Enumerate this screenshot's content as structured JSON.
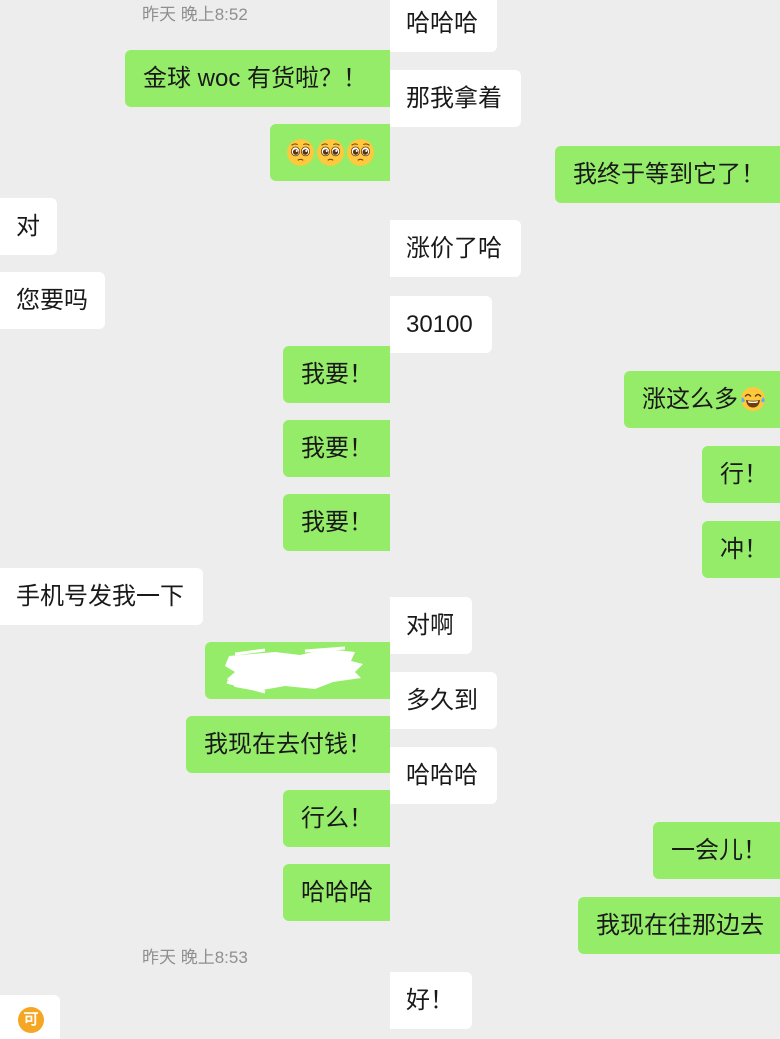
{
  "colors": {
    "background": "#ededed",
    "sent_bubble": "#95ec69",
    "received_bubble": "#ffffff",
    "text": "#191919",
    "timestamp": "#8f8f8f"
  },
  "left_chat": {
    "timestamp_1": "昨天 晚上8:52",
    "messages": [
      {
        "text": "金球 woc 有货啦？！",
        "bubble": "#95ec69"
      },
      {
        "emoji": [
          "pleading-face",
          "pleading-face",
          "pleading-face"
        ],
        "bubble": "#95ec69"
      },
      {
        "text": "对",
        "bubble": "#ffffff"
      },
      {
        "text": "您要吗",
        "bubble": "#ffffff"
      },
      {
        "text": "我要！",
        "bubble": "#95ec69"
      },
      {
        "text": "我要！",
        "bubble": "#95ec69"
      },
      {
        "text": "我要！",
        "bubble": "#95ec69"
      },
      {
        "text": "手机号发我一下",
        "bubble": "#ffffff"
      },
      {
        "icon": "redacted-scribble",
        "bubble": "#95ec69"
      },
      {
        "text": "我现在去付钱！",
        "bubble": "#95ec69"
      },
      {
        "text": "行么！",
        "bubble": "#95ec69"
      },
      {
        "text": "哈哈哈",
        "bubble": "#95ec69"
      }
    ],
    "timestamp_2": "昨天 晚上8:53",
    "bottom_badge": {
      "label": "可",
      "color": "#f5a623"
    }
  },
  "middle_chat": {
    "messages": [
      {
        "text": "哈哈哈",
        "bubble": "#ffffff"
      },
      {
        "text": "那我拿着",
        "bubble": "#ffffff"
      },
      {
        "text": "涨价了哈",
        "bubble": "#ffffff"
      },
      {
        "text": "30100",
        "bubble": "#ffffff"
      },
      {
        "text": "对啊",
        "bubble": "#ffffff"
      },
      {
        "text": "多久到",
        "bubble": "#ffffff"
      },
      {
        "text": "哈哈哈",
        "bubble": "#ffffff"
      },
      {
        "text": "好！",
        "bubble": "#ffffff"
      }
    ]
  },
  "right_chat": {
    "messages": [
      {
        "text": "我终于等到它了！",
        "bubble": "#95ec69"
      },
      {
        "text": "涨这么多",
        "emoji": "face-with-tears-of-joy",
        "bubble": "#95ec69"
      },
      {
        "text": "行！",
        "bubble": "#95ec69"
      },
      {
        "text": "冲！",
        "bubble": "#95ec69"
      },
      {
        "text": "一会儿！",
        "bubble": "#95ec69"
      },
      {
        "text": "我现在往那边去",
        "bubble": "#95ec69"
      }
    ]
  }
}
